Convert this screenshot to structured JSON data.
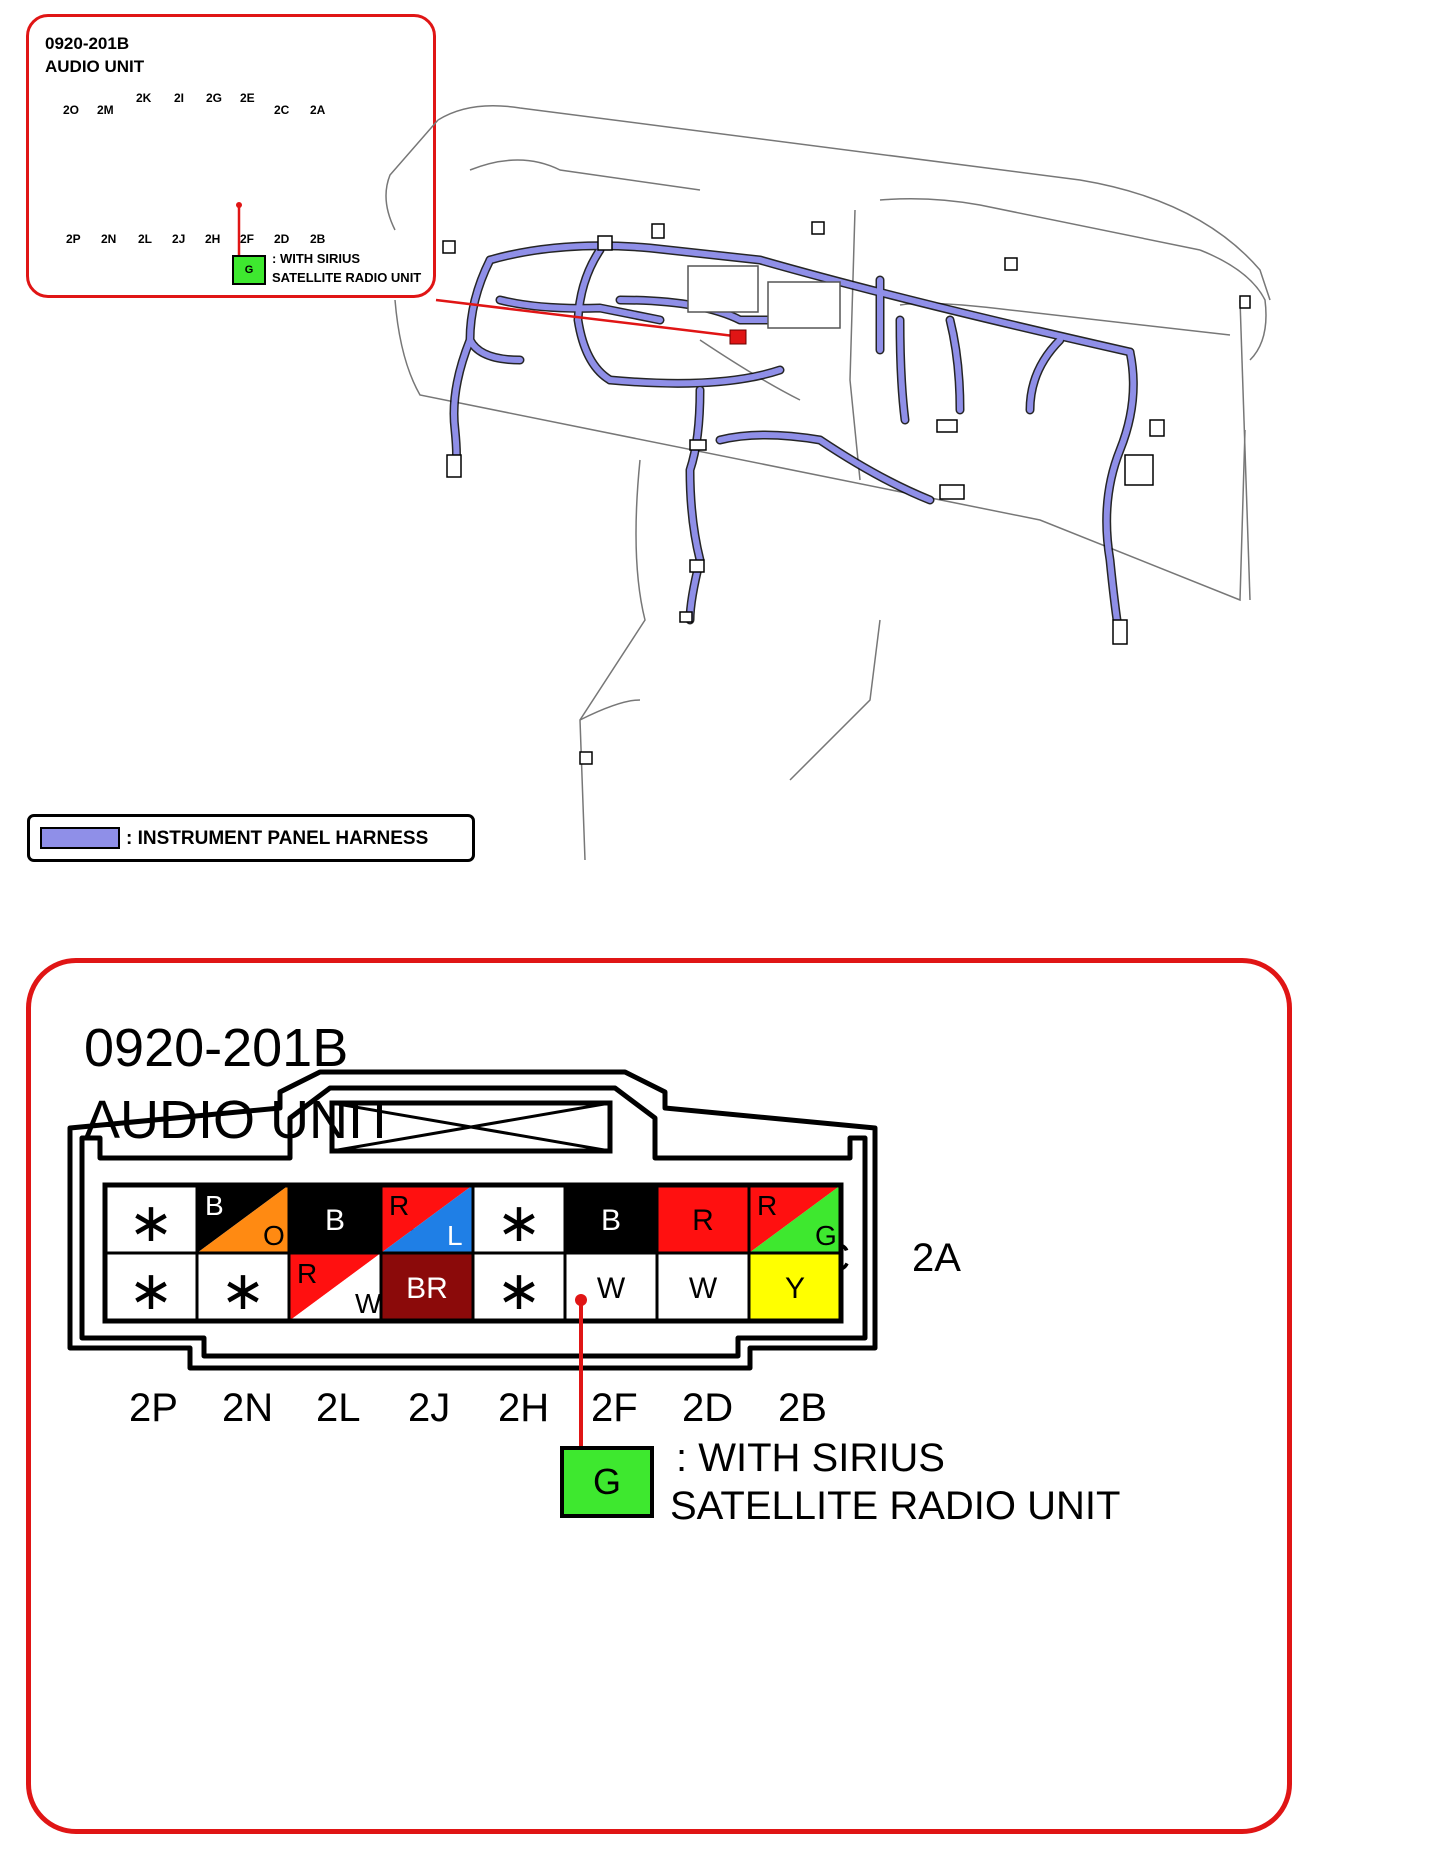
{
  "connector": {
    "code": "0920-201B",
    "name": "AUDIO UNIT",
    "top_labels": [
      "2O",
      "2M",
      "2K",
      "2I",
      "2G",
      "2E",
      "2C",
      "2A"
    ],
    "bottom_labels": [
      "2P",
      "2N",
      "2L",
      "2J",
      "2H",
      "2F",
      "2D",
      "2B"
    ],
    "row1": [
      {
        "type": "star",
        "text": "∗"
      },
      {
        "type": "split",
        "a": "B",
        "b": "O",
        "colorA": "#000000",
        "colorB": "#ff8a12"
      },
      {
        "type": "solid",
        "text": "B",
        "color": "#000000",
        "textColor": "#ffffff"
      },
      {
        "type": "split",
        "a": "R",
        "b": "L",
        "colorA": "#ff1010",
        "colorB": "#1f7fe6"
      },
      {
        "type": "star",
        "text": "∗"
      },
      {
        "type": "solid",
        "text": "B",
        "color": "#000000",
        "textColor": "#ffffff"
      },
      {
        "type": "solid",
        "text": "R",
        "color": "#ff1010",
        "textColor": "#000000"
      },
      {
        "type": "split",
        "a": "R",
        "b": "G",
        "colorA": "#ff1010",
        "colorB": "#3ee82f"
      }
    ],
    "row2": [
      {
        "type": "star",
        "text": "∗"
      },
      {
        "type": "star",
        "text": "∗"
      },
      {
        "type": "split",
        "a": "R",
        "b": "W",
        "colorA": "#ff1010",
        "colorB": "#ffffff"
      },
      {
        "type": "solid",
        "text": "BR",
        "color": "#8b0a0a",
        "textColor": "#ffffff"
      },
      {
        "type": "star",
        "text": "∗"
      },
      {
        "type": "solid",
        "text": "W",
        "color": "#ffffff",
        "textColor": "#000000"
      },
      {
        "type": "solid",
        "text": "W",
        "color": "#ffffff",
        "textColor": "#000000"
      },
      {
        "type": "solid",
        "text": "Y",
        "color": "#ffff00",
        "textColor": "#000000"
      }
    ],
    "option_wire": "G",
    "option_line1": ": WITH SIRIUS",
    "option_line2": "SATELLITE RADIO UNIT",
    "option_color": "#3ee82f"
  },
  "legend": {
    "text": ": INSTRUMENT PANEL HARNESS",
    "swatch_color": "#8f8fe8"
  },
  "colors": {
    "callout_border": "#e01515",
    "harness": "#8f8fe8"
  }
}
